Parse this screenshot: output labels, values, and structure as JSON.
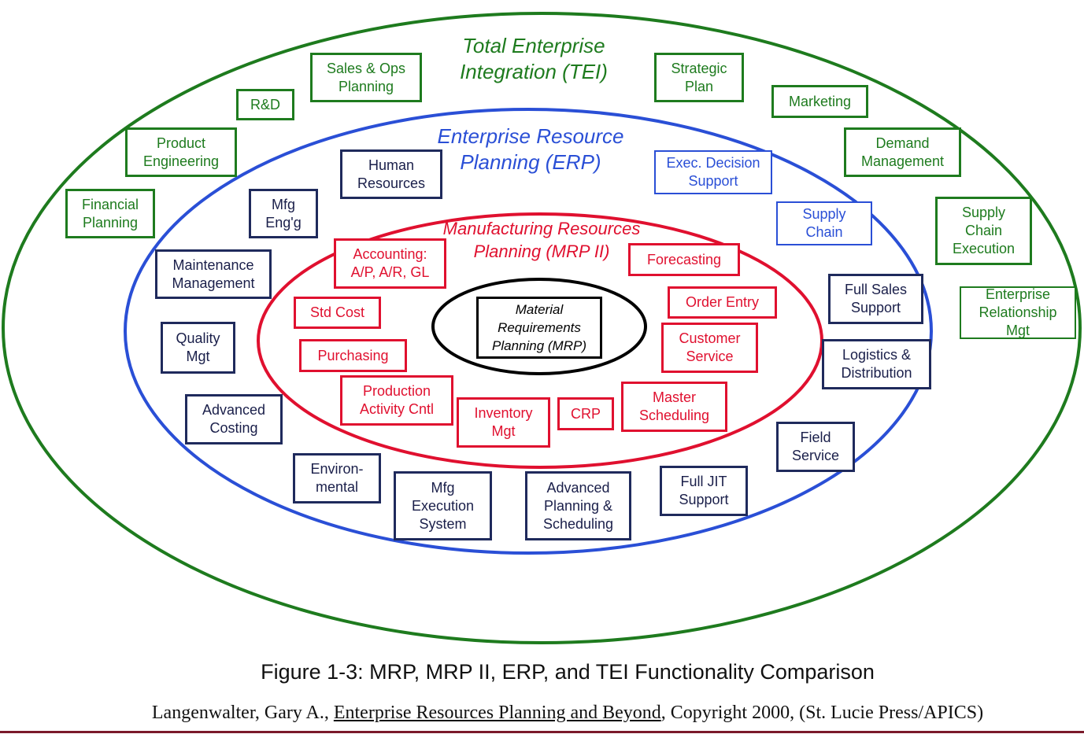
{
  "rings": {
    "tei_title": "Total Enterprise\nIntegration (TEI)",
    "erp_title": "Enterprise Resource\nPlanning (ERP)",
    "mrp2_title": "Manufacturing Resources\nPlanning (MRP II)",
    "mrp_title": "Material\nRequirements\nPlanning (MRP)"
  },
  "tei_items": [
    "Sales & Ops\nPlanning",
    "R&D",
    "Product\nEngineering",
    "Financial\nPlanning",
    "Strategic\nPlan",
    "Marketing",
    "Demand\nManagement",
    "Supply\nChain\nExecution",
    "Enterprise\nRelationship\nMgt"
  ],
  "erp_items": [
    "Human\nResources",
    "Mfg\nEng'g",
    "Maintenance\nManagement",
    "Quality\nMgt",
    "Advanced\nCosting",
    "Environ-\nmental",
    "Mfg\nExecution\nSystem",
    "Advanced\nPlanning &\nScheduling",
    "Full JIT\nSupport",
    "Field\nService",
    "Logistics &\nDistribution",
    "Full Sales\nSupport",
    "Exec. Decision\nSupport",
    "Supply\nChain"
  ],
  "mrp2_items": [
    "Accounting:\nA/P, A/R, GL",
    "Forecasting",
    "Std Cost",
    "Order Entry",
    "Purchasing",
    "Customer\nService",
    "Production\nActivity Cntl",
    "Inventory\nMgt",
    "CRP",
    "Master\nScheduling"
  ],
  "caption": "Figure 1-3:  MRP, MRP II, ERP, and TEI Functionality Comparison",
  "citation": {
    "author": "Langenwalter, Gary A., ",
    "book": "Enterprise Resources Planning and Beyond",
    "rest": ", Copyright 2000, (St. Lucie Press/APICS)"
  },
  "colors": {
    "tei": "#1e7b1e",
    "erp": "#2a4fd6",
    "erp_box": "#1f2a5c",
    "mrp2": "#e0102f",
    "mrp": "#000000"
  }
}
